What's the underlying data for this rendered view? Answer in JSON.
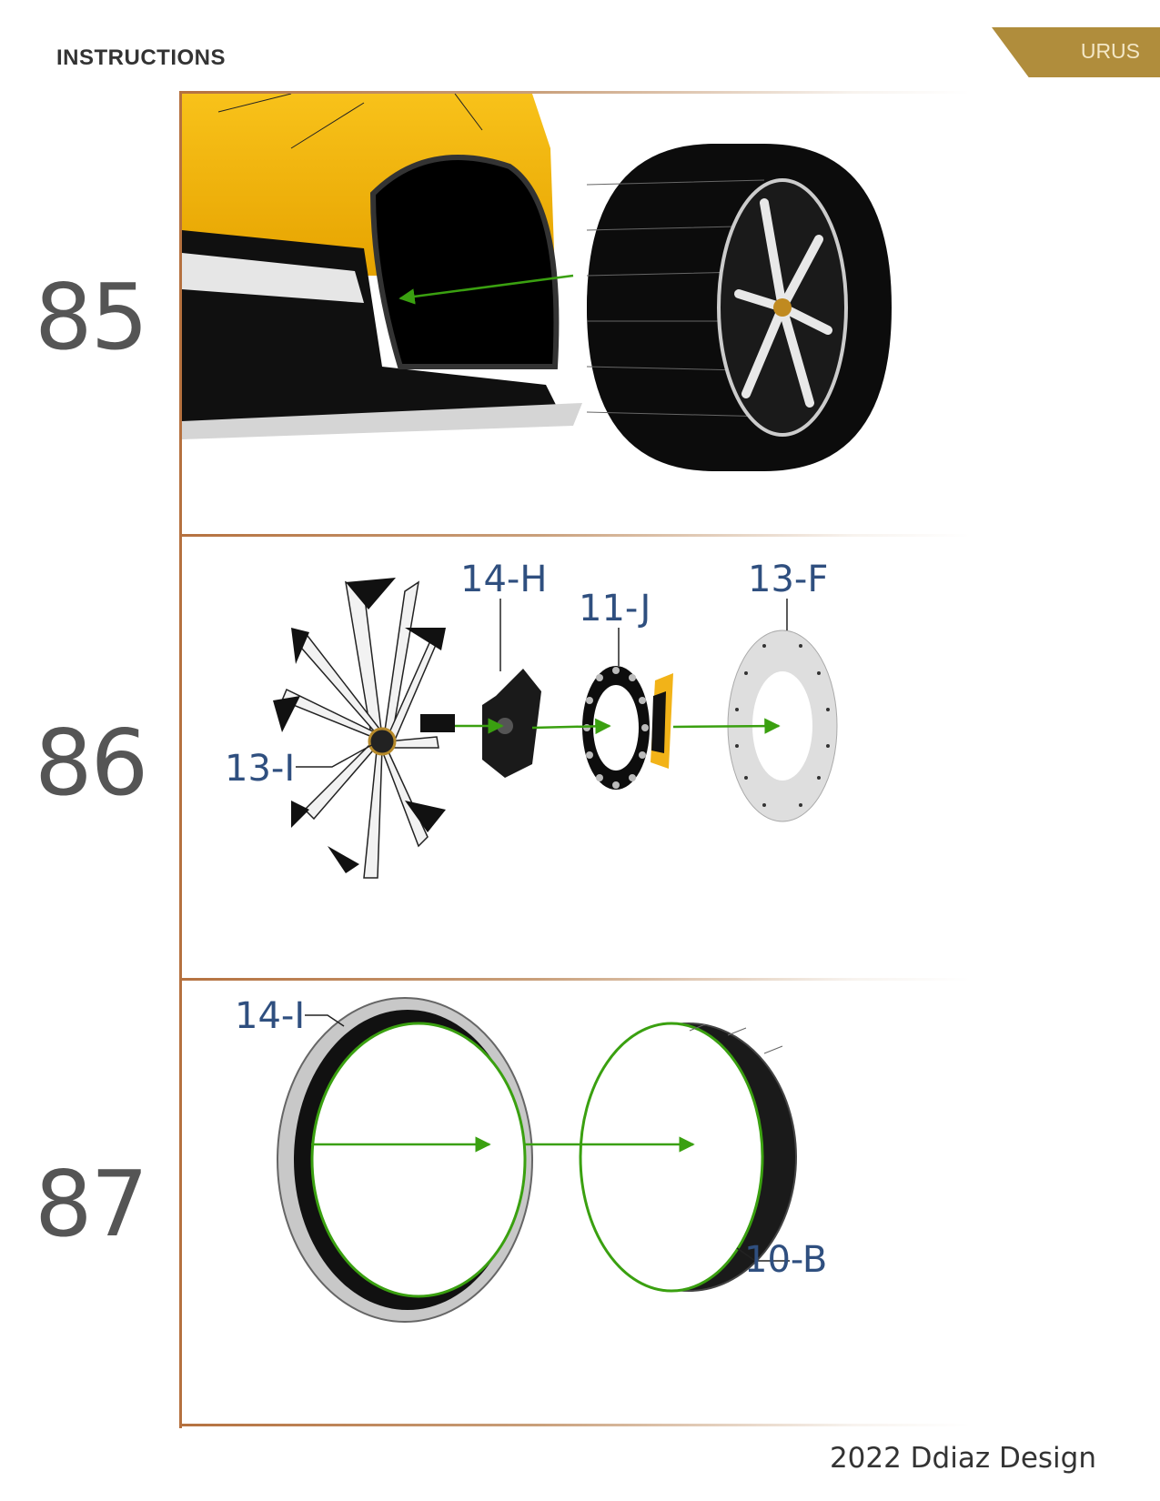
{
  "header": {
    "title": "INSTRUCTIONS",
    "tab_label": "URUS"
  },
  "steps": [
    {
      "number": "85"
    },
    {
      "number": "86",
      "parts": [
        "14-H",
        "11-J",
        "13-F",
        "13-I"
      ]
    },
    {
      "number": "87",
      "parts": [
        "14-I",
        "10-B"
      ]
    }
  ],
  "footer": {
    "credit": "2022 Ddiaz Design"
  },
  "colors": {
    "accent": "#b08d3c",
    "frame": "#b5713f",
    "label": "#2f4f7f",
    "arrow": "#3aa010",
    "car_body": "#f0b20c"
  }
}
